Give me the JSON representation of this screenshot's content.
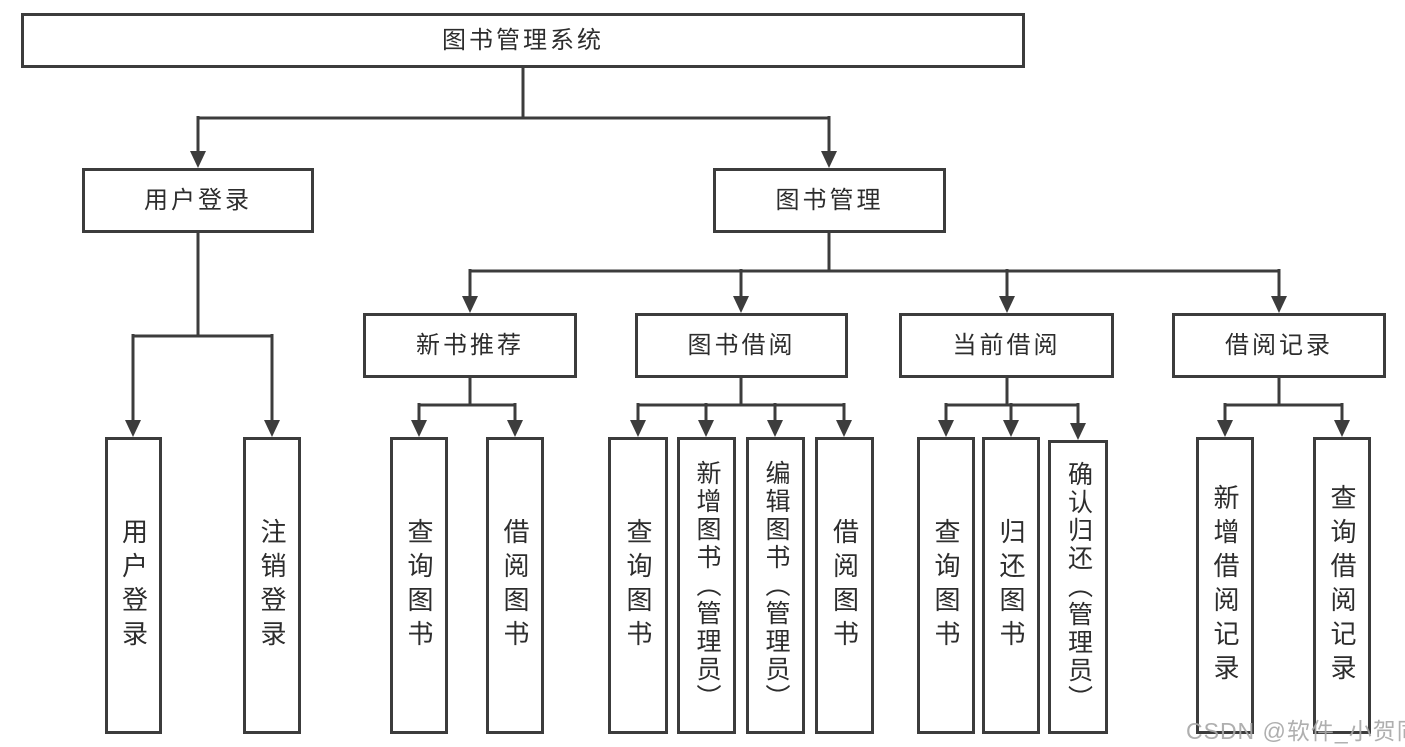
{
  "diagram": {
    "tree": {
      "label": "图书管理系统",
      "children": [
        {
          "label": "用户登录",
          "children": [
            {
              "label": "用户登录"
            },
            {
              "label": "注销登录"
            }
          ]
        },
        {
          "label": "图书管理",
          "children": [
            {
              "label": "新书推荐",
              "children": [
                {
                  "label": "查询图书"
                },
                {
                  "label": "借阅图书"
                }
              ]
            },
            {
              "label": "图书借阅",
              "children": [
                {
                  "label": "查询图书"
                },
                {
                  "label": "新增图书（管理员）"
                },
                {
                  "label": "编辑图书（管理员）"
                },
                {
                  "label": "借阅图书"
                }
              ]
            },
            {
              "label": "当前借阅",
              "children": [
                {
                  "label": "查询图书"
                },
                {
                  "label": "归还图书"
                },
                {
                  "label": "确认归还（管理员）"
                }
              ]
            },
            {
              "label": "借阅记录",
              "children": [
                {
                  "label": "新增借阅记录"
                },
                {
                  "label": "查询借阅记录"
                }
              ]
            }
          ]
        }
      ]
    },
    "colors": {
      "line": "#3c3c3c",
      "text": "#2d2d2d",
      "background": "#ffffff",
      "watermark": "#a8a8a8"
    }
  },
  "watermark": {
    "text": "CSDN @软件_小贺同学"
  }
}
